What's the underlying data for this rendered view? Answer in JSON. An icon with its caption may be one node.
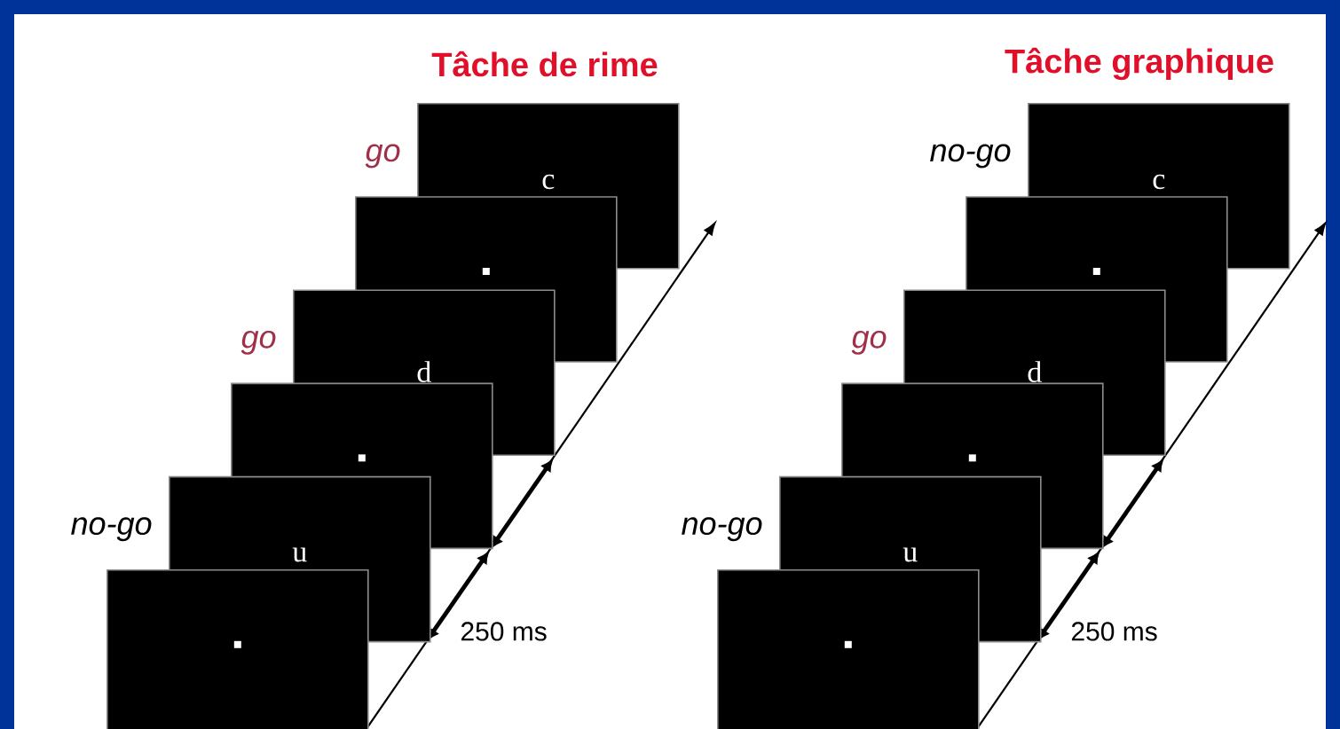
{
  "diagram": {
    "nodes": [
      {
        "text": [
          "c"
        ],
        "beside": [
          "go"
        ]
      },
      {
        "text": [],
        "shape": "box"
      },
      {
        "text": [
          "d"
        ],
        "beside": [
          "go"
        ]
      },
      {
        "text": [],
        "shape": "box"
      },
      {
        "text": [
          "u"
        ],
        "beside": [
          "no-go"
        ]
      },
      {
        "text": [],
        "shape": "box"
      },
      {
        "text": [
          "c"
        ],
        "beside": [
          "no-go"
        ]
      },
      {
        "text": [],
        "shape": "box"
      },
      {
        "text": [
          "d"
        ],
        "beside": [
          "go"
        ]
      },
      {
        "text": [],
        "shape": "box"
      },
      {
        "text": [
          "u"
        ],
        "beside": [
          "no-go"
        ]
      },
      {
        "text": [],
        "shape": "box"
      }
    ],
    "labels": [
      "Tâche de rime",
      "Tâche graphique",
      "250 ms",
      "250 ms"
    ]
  }
}
